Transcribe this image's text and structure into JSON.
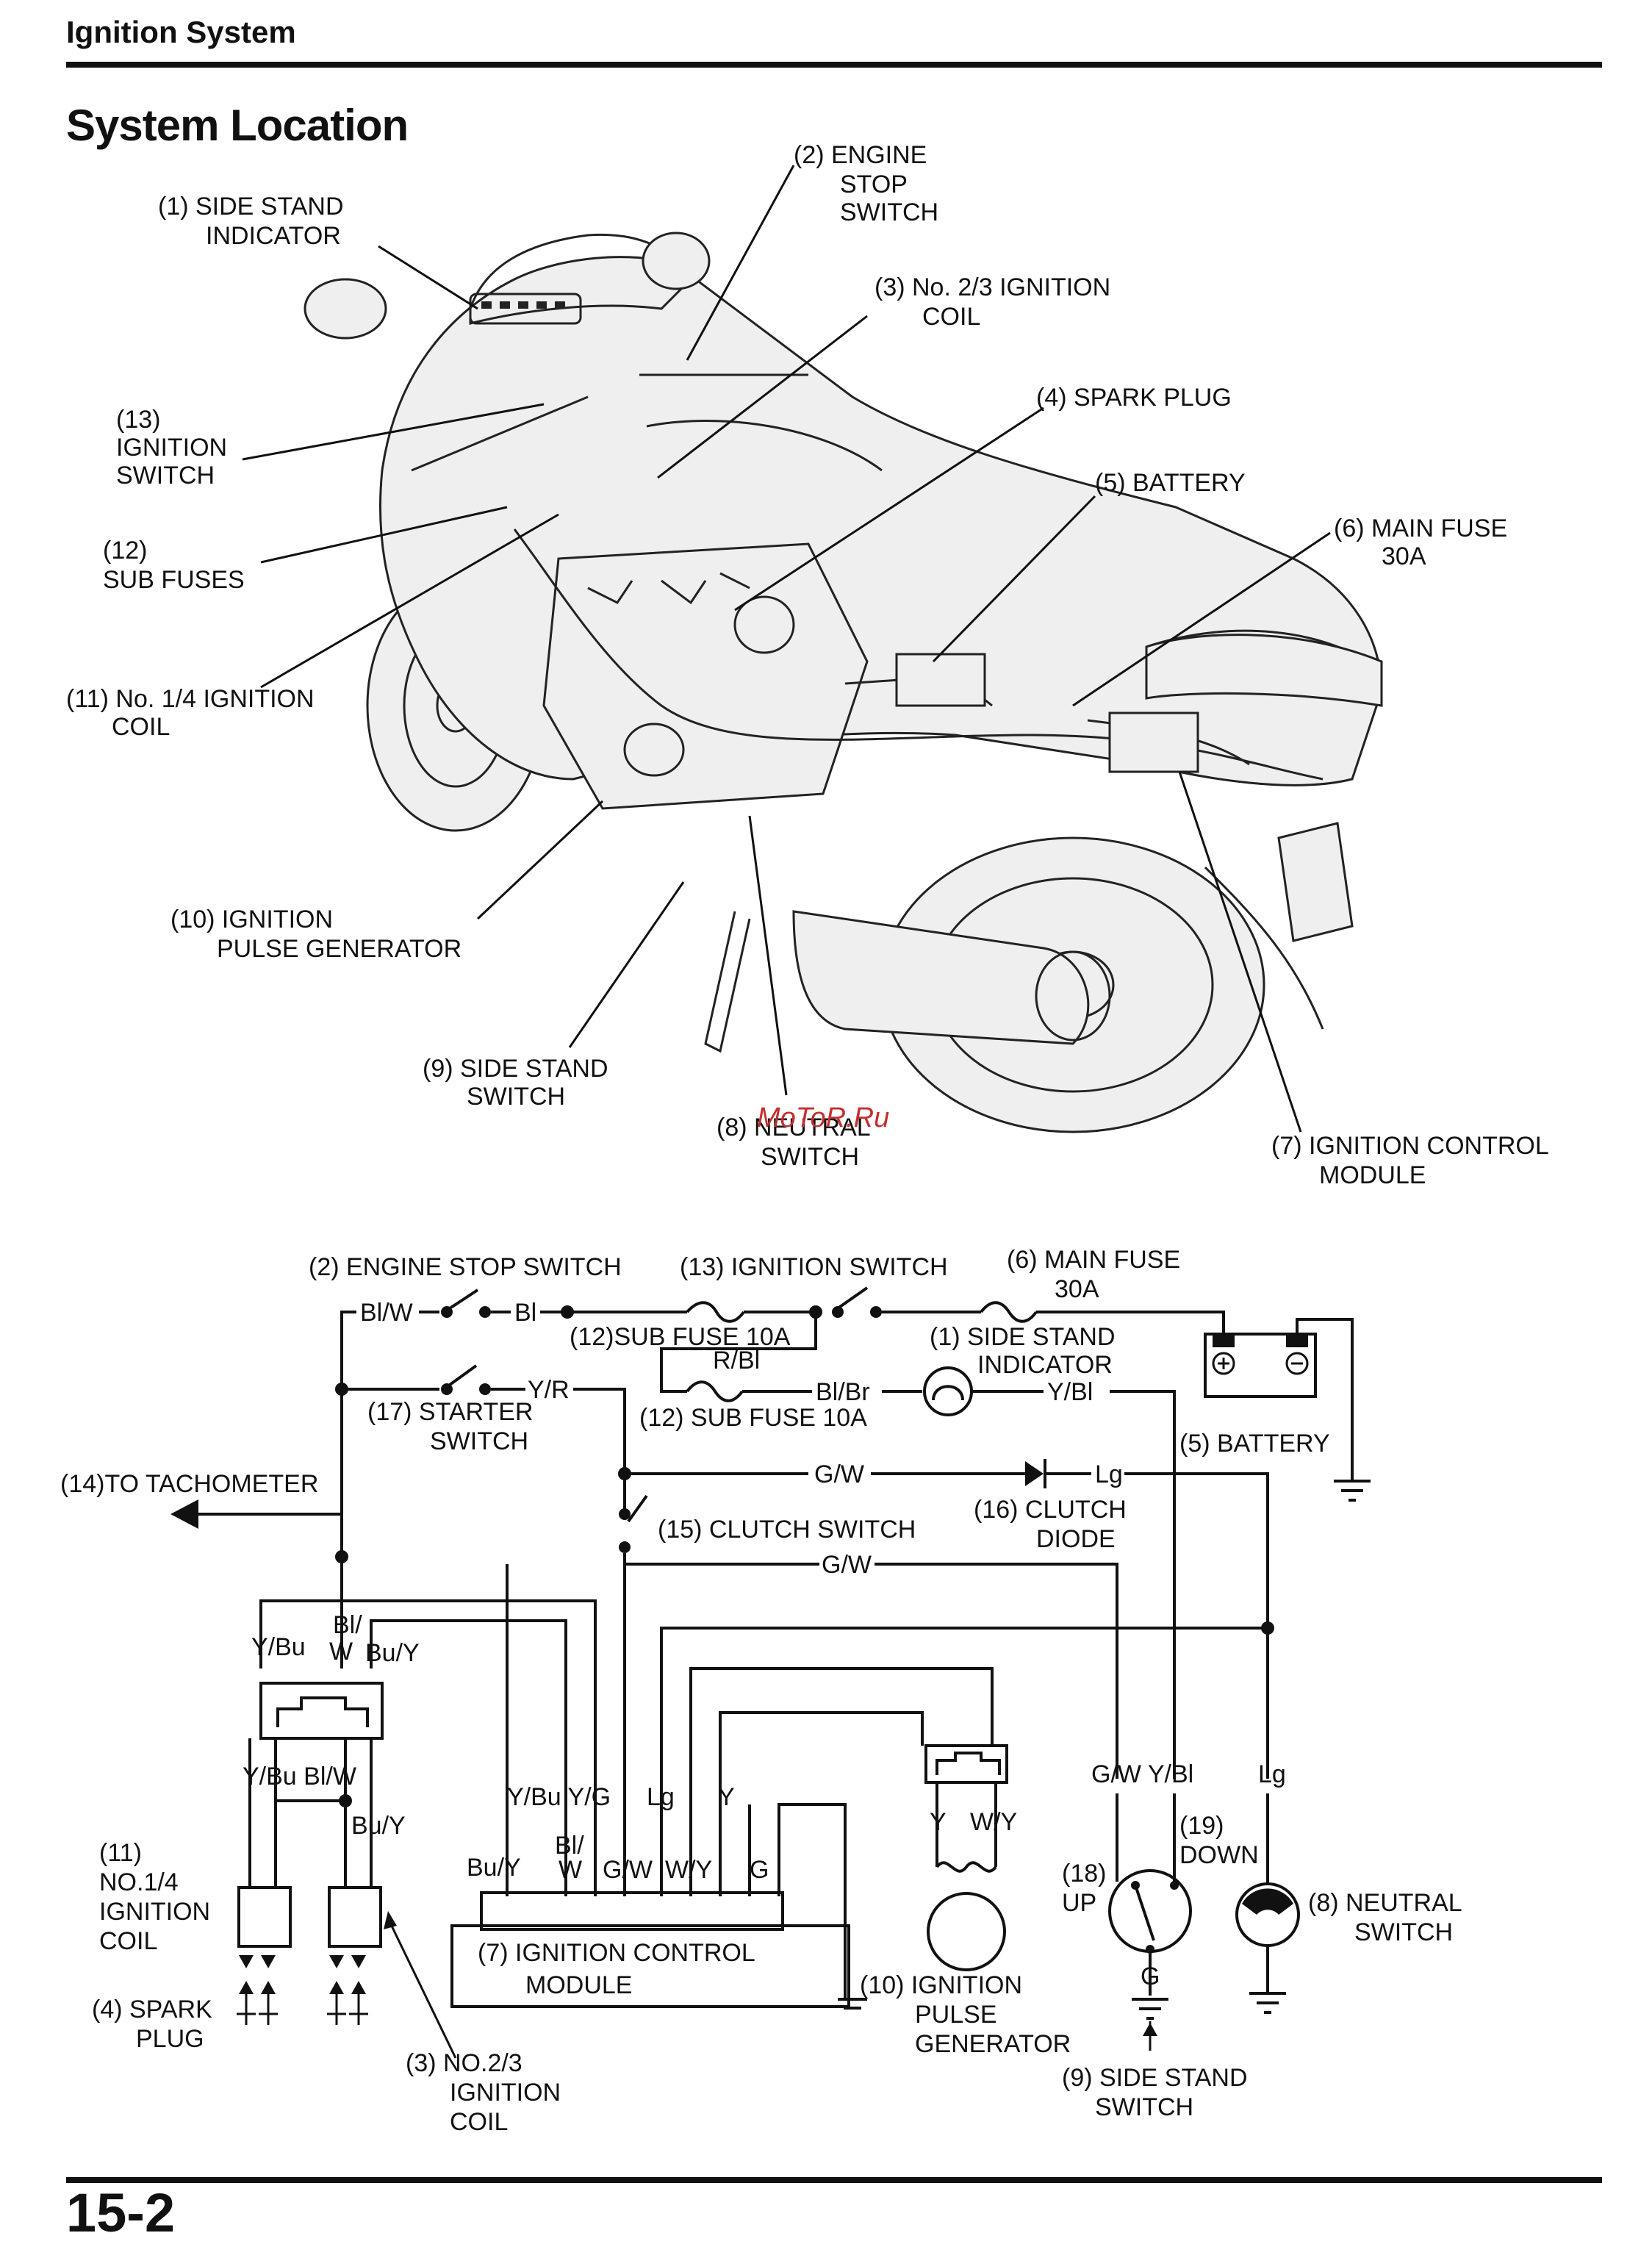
{
  "header": {
    "section_title": "Ignition System",
    "page_heading": "System Location",
    "page_number": "15-2"
  },
  "watermark": "MoToR.Ru",
  "location_callouts": {
    "c1": [
      "(1)  SIDE STAND",
      "INDICATOR"
    ],
    "c2": [
      "(2)  ENGINE",
      "STOP",
      "SWITCH"
    ],
    "c3": [
      "(3)  No. 2/3 IGNITION",
      "COIL"
    ],
    "c4": [
      "(4)  SPARK PLUG"
    ],
    "c5": [
      "(5)  BATTERY"
    ],
    "c6": [
      "(6)  MAIN FUSE",
      "30A"
    ],
    "c7": [
      "(7)  IGNITION CONTROL",
      "MODULE"
    ],
    "c8": [
      "(8)  NEUTRAL",
      "SWITCH"
    ],
    "c9": [
      "(9)  SIDE STAND",
      "SWITCH"
    ],
    "c10": [
      "(10)  IGNITION",
      "PULSE GENERATOR"
    ],
    "c11": [
      "(11)  No. 1/4 IGNITION",
      "COIL"
    ],
    "c12": [
      "(12)",
      "SUB FUSES"
    ],
    "c13": [
      "(13)",
      "IGNITION",
      "SWITCH"
    ]
  },
  "schematic": {
    "engine_stop_switch": "(2)  ENGINE STOP SWITCH",
    "ignition_switch": "(13)  IGNITION SWITCH",
    "main_fuse": [
      "(6)  MAIN FUSE",
      "30A"
    ],
    "sub_fuse_top": "(12)SUB FUSE  10A",
    "sub_fuse_bottom": "(12)  SUB FUSE 10A",
    "side_stand_indicator": [
      "(1)  SIDE STAND",
      "INDICATOR"
    ],
    "battery": "(5)  BATTERY",
    "starter_switch": [
      "(17)  STARTER",
      "SWITCH"
    ],
    "to_tachometer": "(14)TO TACHOMETER",
    "clutch_switch": "(15)  CLUTCH SWITCH",
    "clutch_diode": [
      "(16)  CLUTCH",
      "DIODE"
    ],
    "coil_1_4": [
      "(11)",
      "NO.1/4",
      "IGNITION",
      "COIL"
    ],
    "spark_plug": [
      "(4)  SPARK",
      "PLUG"
    ],
    "coil_2_3": [
      "(3)  NO.2/3",
      "IGNITION",
      "COIL"
    ],
    "icm": [
      "(7)  IGNITION CONTROL",
      "MODULE"
    ],
    "pulse_gen": [
      "(10) IGNITION",
      "PULSE",
      "GENERATOR"
    ],
    "side_stand_switch": "(9)  SIDE STAND",
    "side_stand_switch_2": "SWITCH",
    "up": [
      "(18)",
      "UP"
    ],
    "down": [
      "(19)",
      "DOWN"
    ],
    "neutral_switch": [
      "(8)  NEUTRAL",
      "SWITCH"
    ],
    "wires": {
      "bl_w": "Bl/W",
      "bl": "Bl",
      "r_bl": "R/Bl",
      "bl_br": "Bl/Br",
      "y_bl": "Y/Bl",
      "y_r": "Y/R",
      "g_w": "G/W",
      "lg": "Lg",
      "bl_slash": "Bl/",
      "w": "W",
      "y_bu": "Y/Bu",
      "bu_y": "Bu/Y",
      "y_bu_bl_w": "Y/Bu  Bl/W",
      "y_bu_y_g": "Y/Bu  Y/G",
      "y": "Y",
      "g": "G",
      "w_y": "W/Y",
      "g_w_2": "G/W  Y/Bl"
    },
    "icm_pins": [
      "Bu/Y",
      "Bl/",
      "W",
      "G/W",
      "W/Y",
      "G"
    ]
  }
}
